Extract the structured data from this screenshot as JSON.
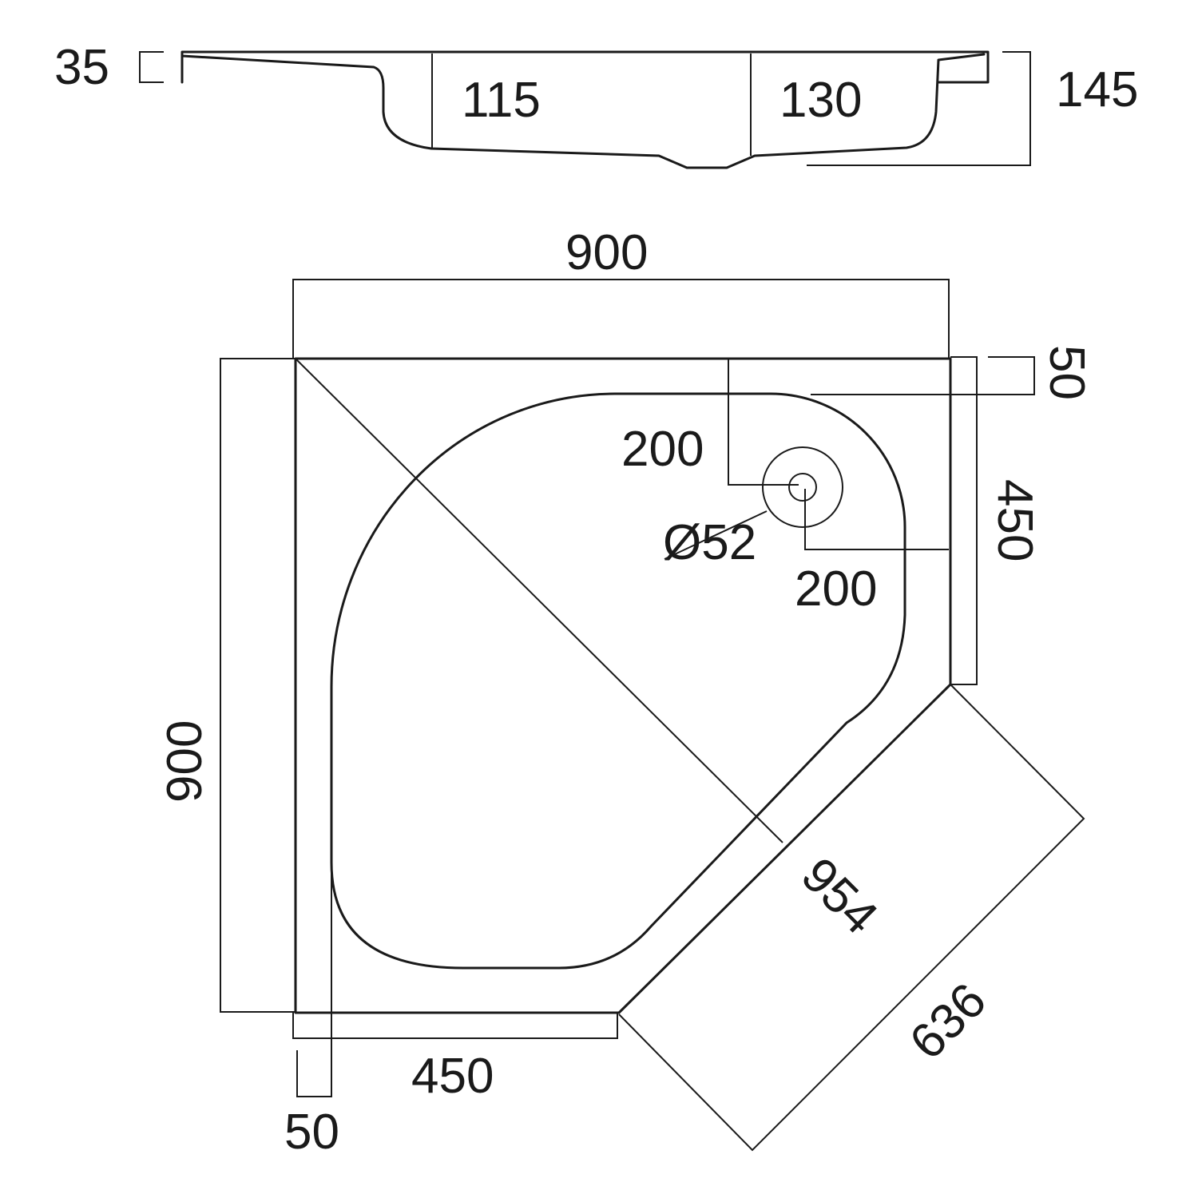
{
  "profile_view": {
    "rim_thickness": "35",
    "depth_left": "115",
    "depth_right": "130",
    "total_height": "145"
  },
  "plan_view": {
    "width": "900",
    "depth": "900",
    "side_right": "450",
    "offset_top": "50",
    "drain_x": "200",
    "drain_y": "200",
    "drain_diameter": "Ø52",
    "diagonal": "954",
    "front_width": "636",
    "side_bottom": "450",
    "offset_left": "50"
  }
}
